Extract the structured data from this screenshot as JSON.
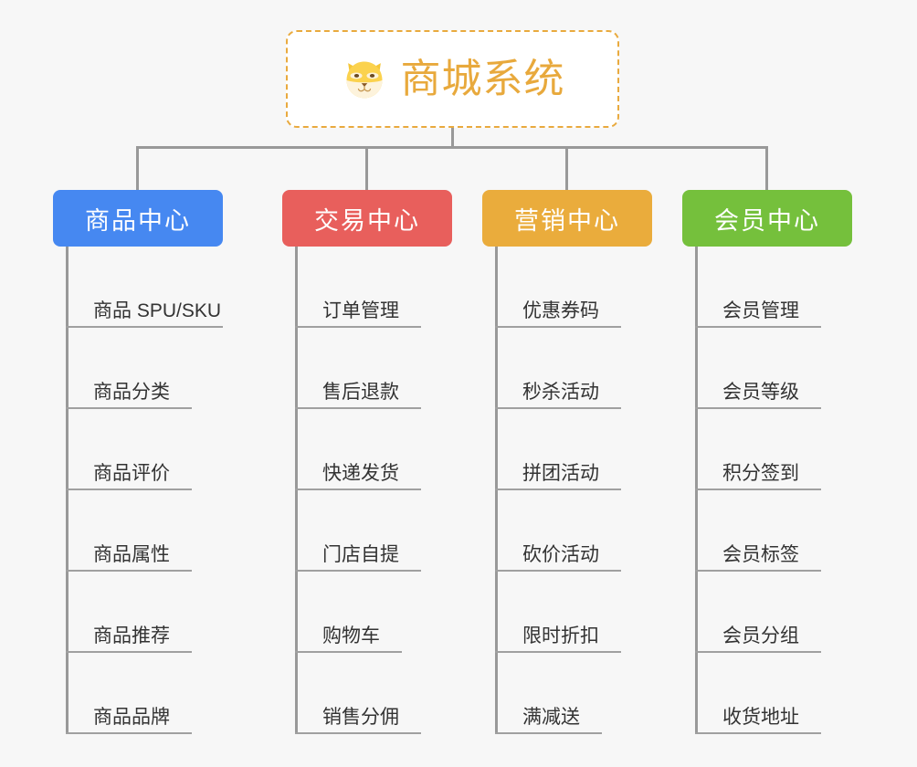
{
  "page": {
    "background_color": "#f7f7f7",
    "type": "organization-chart"
  },
  "root": {
    "title": "商城系统",
    "icon": "shiba-dog-face-icon",
    "text_color": "#e8a93c",
    "border_color": "#e9aa3e",
    "background_color": "#ffffff"
  },
  "connector_color": "#999999",
  "branches": [
    {
      "id": "product-center",
      "label": "商品中心",
      "color": "#4688f1",
      "items": [
        {
          "label": "商品 SPU/SKU",
          "underline_width": 172
        },
        {
          "label": "商品分类",
          "underline_width": 138
        },
        {
          "label": "商品评价",
          "underline_width": 138
        },
        {
          "label": "商品属性",
          "underline_width": 138
        },
        {
          "label": "商品推荐",
          "underline_width": 138
        },
        {
          "label": "商品品牌",
          "underline_width": 138
        }
      ]
    },
    {
      "id": "trade-center",
      "label": "交易中心",
      "color": "#e85f5c",
      "items": [
        {
          "label": "订单管理",
          "underline_width": 138
        },
        {
          "label": "售后退款",
          "underline_width": 138
        },
        {
          "label": "快递发货",
          "underline_width": 138
        },
        {
          "label": "门店自提",
          "underline_width": 138
        },
        {
          "label": "购物车",
          "underline_width": 117
        },
        {
          "label": "销售分佣",
          "underline_width": 138
        }
      ]
    },
    {
      "id": "marketing-center",
      "label": "营销中心",
      "color": "#eaac3c",
      "items": [
        {
          "label": "优惠券码",
          "underline_width": 138
        },
        {
          "label": "秒杀活动",
          "underline_width": 138
        },
        {
          "label": "拼团活动",
          "underline_width": 138
        },
        {
          "label": "砍价活动",
          "underline_width": 138
        },
        {
          "label": "限时折扣",
          "underline_width": 138
        },
        {
          "label": "满减送",
          "underline_width": 117
        }
      ]
    },
    {
      "id": "member-center",
      "label": "会员中心",
      "color": "#75c03c",
      "items": [
        {
          "label": "会员管理",
          "underline_width": 138
        },
        {
          "label": "会员等级",
          "underline_width": 138
        },
        {
          "label": "积分签到",
          "underline_width": 138
        },
        {
          "label": "会员标签",
          "underline_width": 138
        },
        {
          "label": "会员分组",
          "underline_width": 138
        },
        {
          "label": "收货地址",
          "underline_width": 138
        }
      ]
    }
  ]
}
